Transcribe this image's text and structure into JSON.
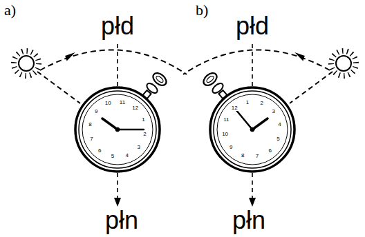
{
  "diagram": {
    "labels": [
      "a)",
      "b)",
      "płd",
      "płd",
      "1",
      "2",
      "3",
      "4",
      "5",
      "6",
      "7",
      "8",
      "9",
      "10",
      "11",
      "12",
      "1",
      "2",
      "3",
      "4",
      "5",
      "6",
      "7",
      "8",
      "9",
      "10",
      "11",
      "12",
      "płn",
      "płn"
    ]
  }
}
